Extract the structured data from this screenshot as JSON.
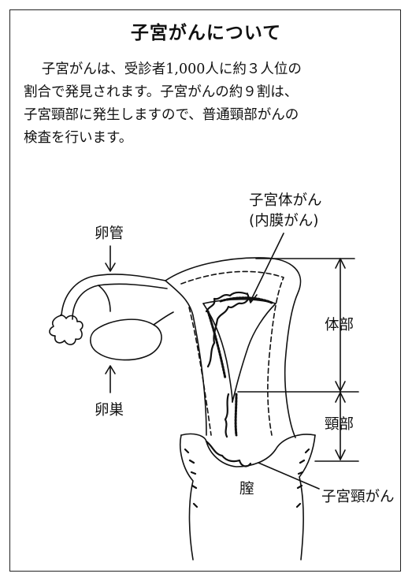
{
  "title": "子宮がんについて",
  "intro_lines": [
    "子宮がんは、受診者1,000人に約３人位の",
    "割合で発見されます。子宮がんの約９割は、",
    "子宮頸部に発生しますので、普通頸部がんの",
    "検査を行います。"
  ],
  "labels": {
    "body_cancer_line1": "子宮体がん",
    "body_cancer_line2": "(内膜がん)",
    "fallopian_tube": "卵管",
    "ovary": "卵巣",
    "body_part": "体部",
    "cervix_part": "頸部",
    "vagina": "膣",
    "cervical_cancer": "子宮頸がん"
  }
}
